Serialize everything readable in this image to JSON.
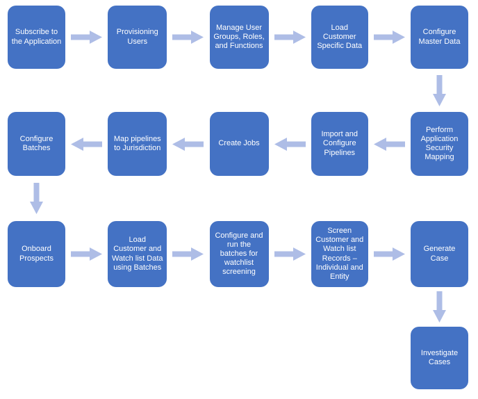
{
  "diagram": {
    "type": "flowchart",
    "colors": {
      "node_fill": "#4472C4",
      "node_text": "#FFFFFF",
      "arrow_fill": "#AEBDE6",
      "background": "#FFFFFF"
    },
    "nodes": [
      {
        "id": "subscribe",
        "label": "Subscribe to the Application"
      },
      {
        "id": "provision",
        "label": "Provisioning Users"
      },
      {
        "id": "manage-roles",
        "label": "Manage User Groups, Roles, and Functions"
      },
      {
        "id": "load-customer",
        "label": "Load Customer Specific Data"
      },
      {
        "id": "master-data",
        "label": "Configure Master Data"
      },
      {
        "id": "security-mapping",
        "label": "Perform Application Security Mapping"
      },
      {
        "id": "pipelines",
        "label": "Import and Configure Pipelines"
      },
      {
        "id": "jobs",
        "label": "Create Jobs"
      },
      {
        "id": "jurisdiction",
        "label": "Map pipelines to Jurisdiction"
      },
      {
        "id": "batches",
        "label": "Configure Batches"
      },
      {
        "id": "onboard",
        "label": "Onboard Prospects"
      },
      {
        "id": "load-watchlist",
        "label": "Load Customer and Watch list Data using Batches"
      },
      {
        "id": "run-batches",
        "label": "Configure and run  the batches for watchlist screening"
      },
      {
        "id": "screen-records",
        "label": "Screen Customer and Watch list Records – Individual and Entity"
      },
      {
        "id": "generate-case",
        "label": "Generate Case"
      },
      {
        "id": "investigate",
        "label": "Investigate Cases"
      }
    ],
    "edges": [
      {
        "from": "subscribe",
        "to": "provision",
        "direction": "right"
      },
      {
        "from": "provision",
        "to": "manage-roles",
        "direction": "right"
      },
      {
        "from": "manage-roles",
        "to": "load-customer",
        "direction": "right"
      },
      {
        "from": "load-customer",
        "to": "master-data",
        "direction": "right"
      },
      {
        "from": "master-data",
        "to": "security-mapping",
        "direction": "down"
      },
      {
        "from": "security-mapping",
        "to": "pipelines",
        "direction": "left"
      },
      {
        "from": "pipelines",
        "to": "jobs",
        "direction": "left"
      },
      {
        "from": "jobs",
        "to": "jurisdiction",
        "direction": "left"
      },
      {
        "from": "jurisdiction",
        "to": "batches",
        "direction": "left"
      },
      {
        "from": "batches",
        "to": "onboard",
        "direction": "down"
      },
      {
        "from": "onboard",
        "to": "load-watchlist",
        "direction": "right"
      },
      {
        "from": "load-watchlist",
        "to": "run-batches",
        "direction": "right"
      },
      {
        "from": "run-batches",
        "to": "screen-records",
        "direction": "right"
      },
      {
        "from": "screen-records",
        "to": "generate-case",
        "direction": "right"
      },
      {
        "from": "generate-case",
        "to": "investigate",
        "direction": "down"
      }
    ]
  }
}
